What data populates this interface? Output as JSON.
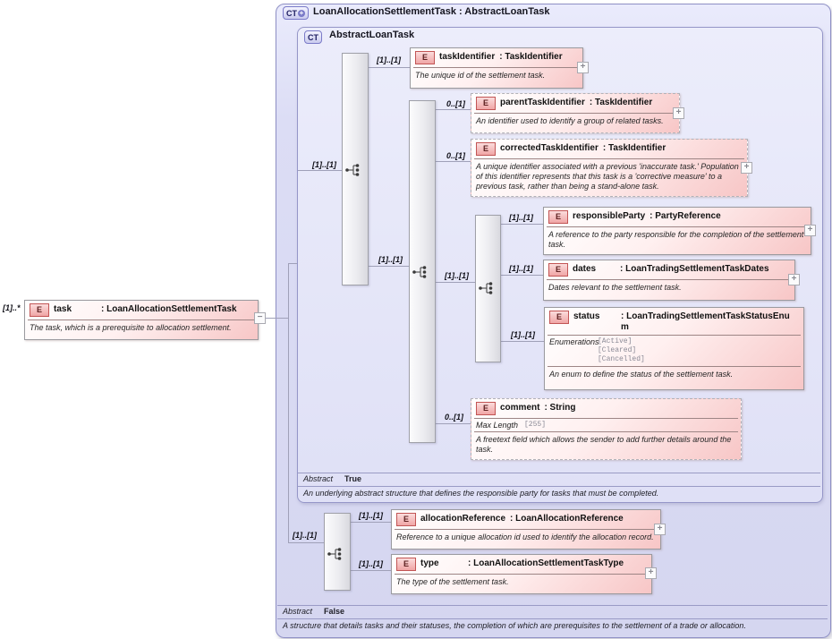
{
  "icons": {
    "expand": "+",
    "collapse": "−"
  },
  "outer": {
    "badge": "CT",
    "title": "LoanAllocationSettlementTask : AbstractLoanTask",
    "abstract_label": "Abstract",
    "abstract_value": "False",
    "footer": "A structure that details tasks and their statuses, the completion of which are prerequisites to the settlement of a trade or allocation."
  },
  "inner": {
    "badge": "CT",
    "title": "AbstractLoanTask",
    "abstract_label": "Abstract",
    "abstract_value": "True",
    "footer": "An underlying abstract structure that defines the responsible party for tasks that must be completed."
  },
  "cardinalities": {
    "task": "[1]..*",
    "base_content": "[1]..[1]",
    "taskIdentifier": "[1]..[1]",
    "inner_sequence": "[1]..[1]",
    "parentTaskIdentifier": "0..[1]",
    "correctedTaskIdentifier": "0..[1]",
    "detail_sequence": "[1]..[1]",
    "comment": "0..[1]",
    "responsibleParty": "[1]..[1]",
    "dates": "[1]..[1]",
    "status": "[1]..[1]",
    "extension_sequence": "[1]..[1]",
    "allocationReference": "[1]..[1]",
    "type": "[1]..[1]"
  },
  "task": {
    "badge": "E",
    "name": "task",
    "type": ": LoanAllocationSettlementTask",
    "description": "The task, which is a prerequisite to allocation settlement."
  },
  "elements": {
    "taskIdentifier": {
      "badge": "E",
      "name": "taskIdentifier",
      "type": ": TaskIdentifier",
      "description": "The unique id of the settlement task."
    },
    "parentTaskIdentifier": {
      "badge": "E",
      "name": "parentTaskIdentifier",
      "type": ": TaskIdentifier",
      "description": "An identifier used to identify a group of related tasks."
    },
    "correctedTaskIdentifier": {
      "badge": "E",
      "name": "correctedTaskIdentifier",
      "type": ": TaskIdentifier",
      "description": "A unique identifier associated with a previous 'inaccurate task.' Population of this identifier represents that this task is a 'corrective measure' to a previous task, rather than being a stand-alone task."
    },
    "responsibleParty": {
      "badge": "E",
      "name": "responsibleParty",
      "type": ": PartyReference",
      "description": "A reference to the party responsible for the completion of the settlement task."
    },
    "dates": {
      "badge": "E",
      "name": "dates",
      "type": ": LoanTradingSettlementTaskDates",
      "description": "Dates relevant to the settlement task."
    },
    "status": {
      "badge": "E",
      "name": "status",
      "type": ": LoanTradingSettlementTaskStatusEnum",
      "facet_label": "Enumerations",
      "enumerations": [
        "[Active]",
        "[Cleared]",
        "[Cancelled]"
      ],
      "description": "An enum to define the status of the settlement task."
    },
    "comment": {
      "badge": "E",
      "name": "comment",
      "type": ": String",
      "facet_label": "Max Length",
      "facet_value": "[255]",
      "description": "A freetext field which allows the sender to add further details around the task."
    },
    "allocationReference": {
      "badge": "E",
      "name": "allocationReference",
      "type": ": LoanAllocationReference",
      "description": "Reference to a unique allocation id used to identify the allocation record."
    },
    "type": {
      "badge": "E",
      "name": "type",
      "type": ": LoanAllocationSettlementTaskType",
      "description": "The type of the settlement task."
    }
  }
}
